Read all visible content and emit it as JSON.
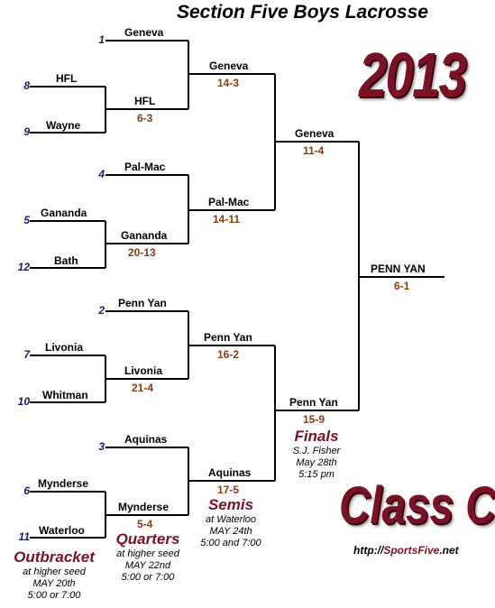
{
  "title": "Section Five Boys Lacrosse",
  "year": "2013",
  "class_label": "Class C",
  "site_prefix": "http://",
  "site_brand": "SportsFive",
  "site_suffix": ".net",
  "seeds": [
    "1",
    "8",
    "9",
    "4",
    "5",
    "12",
    "2",
    "7",
    "10",
    "3",
    "6",
    "11"
  ],
  "outbracket": {
    "teams": [
      "HFL",
      "Wayne",
      "Gananda",
      "Bath",
      "Livonia",
      "Whitman",
      "Mynderse",
      "Waterloo"
    ],
    "title": "Outbracket",
    "info": [
      "at higher seed",
      "MAY 20th",
      "5:00 or 7:00"
    ]
  },
  "quarters": {
    "teams": [
      "Geneva",
      "HFL",
      "Pal-Mac",
      "Gananda",
      "Penn Yan",
      "Livonia",
      "Aquinas",
      "Mynderse"
    ],
    "scores": [
      "6-3",
      "20-13",
      "21-4",
      "5-4"
    ],
    "title": "Quarters",
    "info": [
      "at higher seed",
      "MAY 22nd",
      "5:00 or 7:00"
    ]
  },
  "semis": {
    "teams": [
      "Geneva",
      "Pal-Mac",
      "Penn Yan",
      "Aquinas"
    ],
    "scores": [
      "14-3",
      "14-11",
      "16-2",
      "17-5"
    ],
    "title": "Semis",
    "info": [
      "at Waterloo",
      "MAY 24th",
      "5:00 and 7:00"
    ]
  },
  "finals": {
    "teams": [
      "Geneva",
      "Penn Yan"
    ],
    "scores": [
      "11-4",
      "15-9"
    ],
    "title": "Finals",
    "info": [
      "S.J. Fisher",
      "May 28th",
      "5:15 pm"
    ]
  },
  "champion": {
    "team": "PENN YAN",
    "score": "6-1"
  }
}
